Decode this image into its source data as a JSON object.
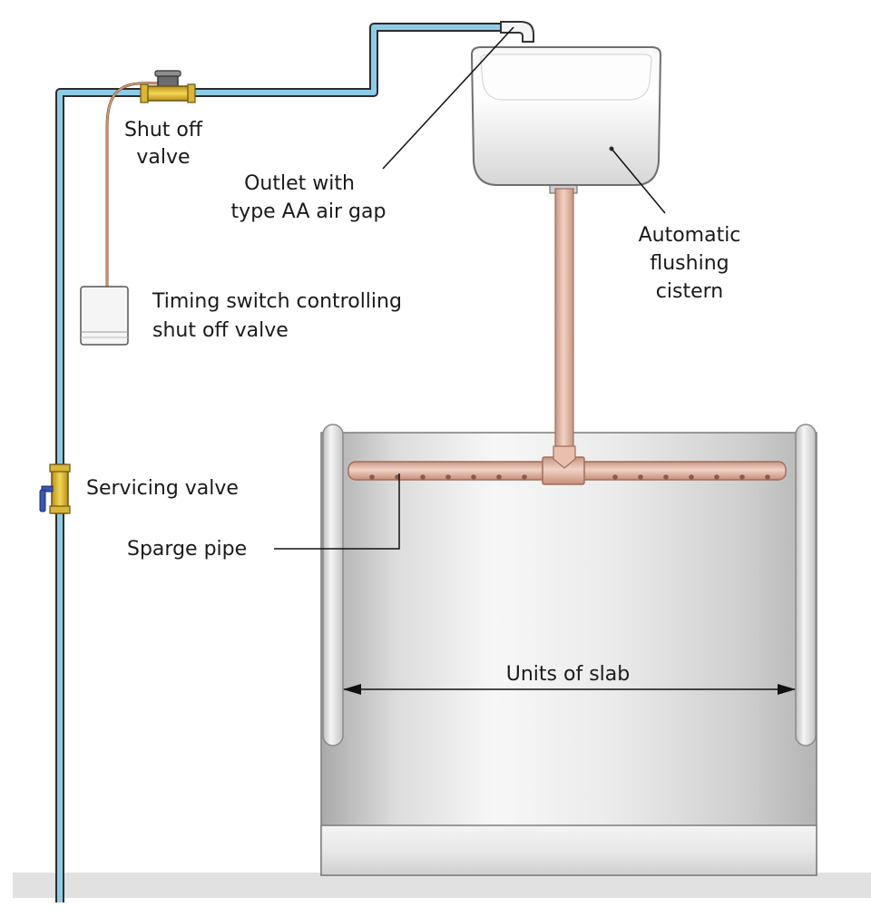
{
  "labels": {
    "shut_off_valve_1": "Shut off",
    "shut_off_valve_2": "valve",
    "outlet_1": "Outlet with",
    "outlet_2": "type AA air gap",
    "cistern_1": "Automatic",
    "cistern_2": "flushing",
    "cistern_3": "cistern",
    "timing_1": "Timing switch controlling",
    "timing_2": "shut off valve",
    "servicing_valve": "Servicing valve",
    "sparge_pipe": "Sparge pipe",
    "units_of_slab": "Units of slab"
  },
  "colors": {
    "water_pipe": "#8ecbe6",
    "water_pipe_edge": "#2b2b2b",
    "copper": "#d9ad9a",
    "brass": "#e5c030",
    "steel_light": "#f2f2f2",
    "steel_dark": "#b9b9b9",
    "floor": "#e1e1e1"
  },
  "icons": {
    "shut_off_valve": "solenoid-valve-icon",
    "servicing_valve": "ball-valve-icon",
    "timing_switch": "timer-box-icon"
  }
}
